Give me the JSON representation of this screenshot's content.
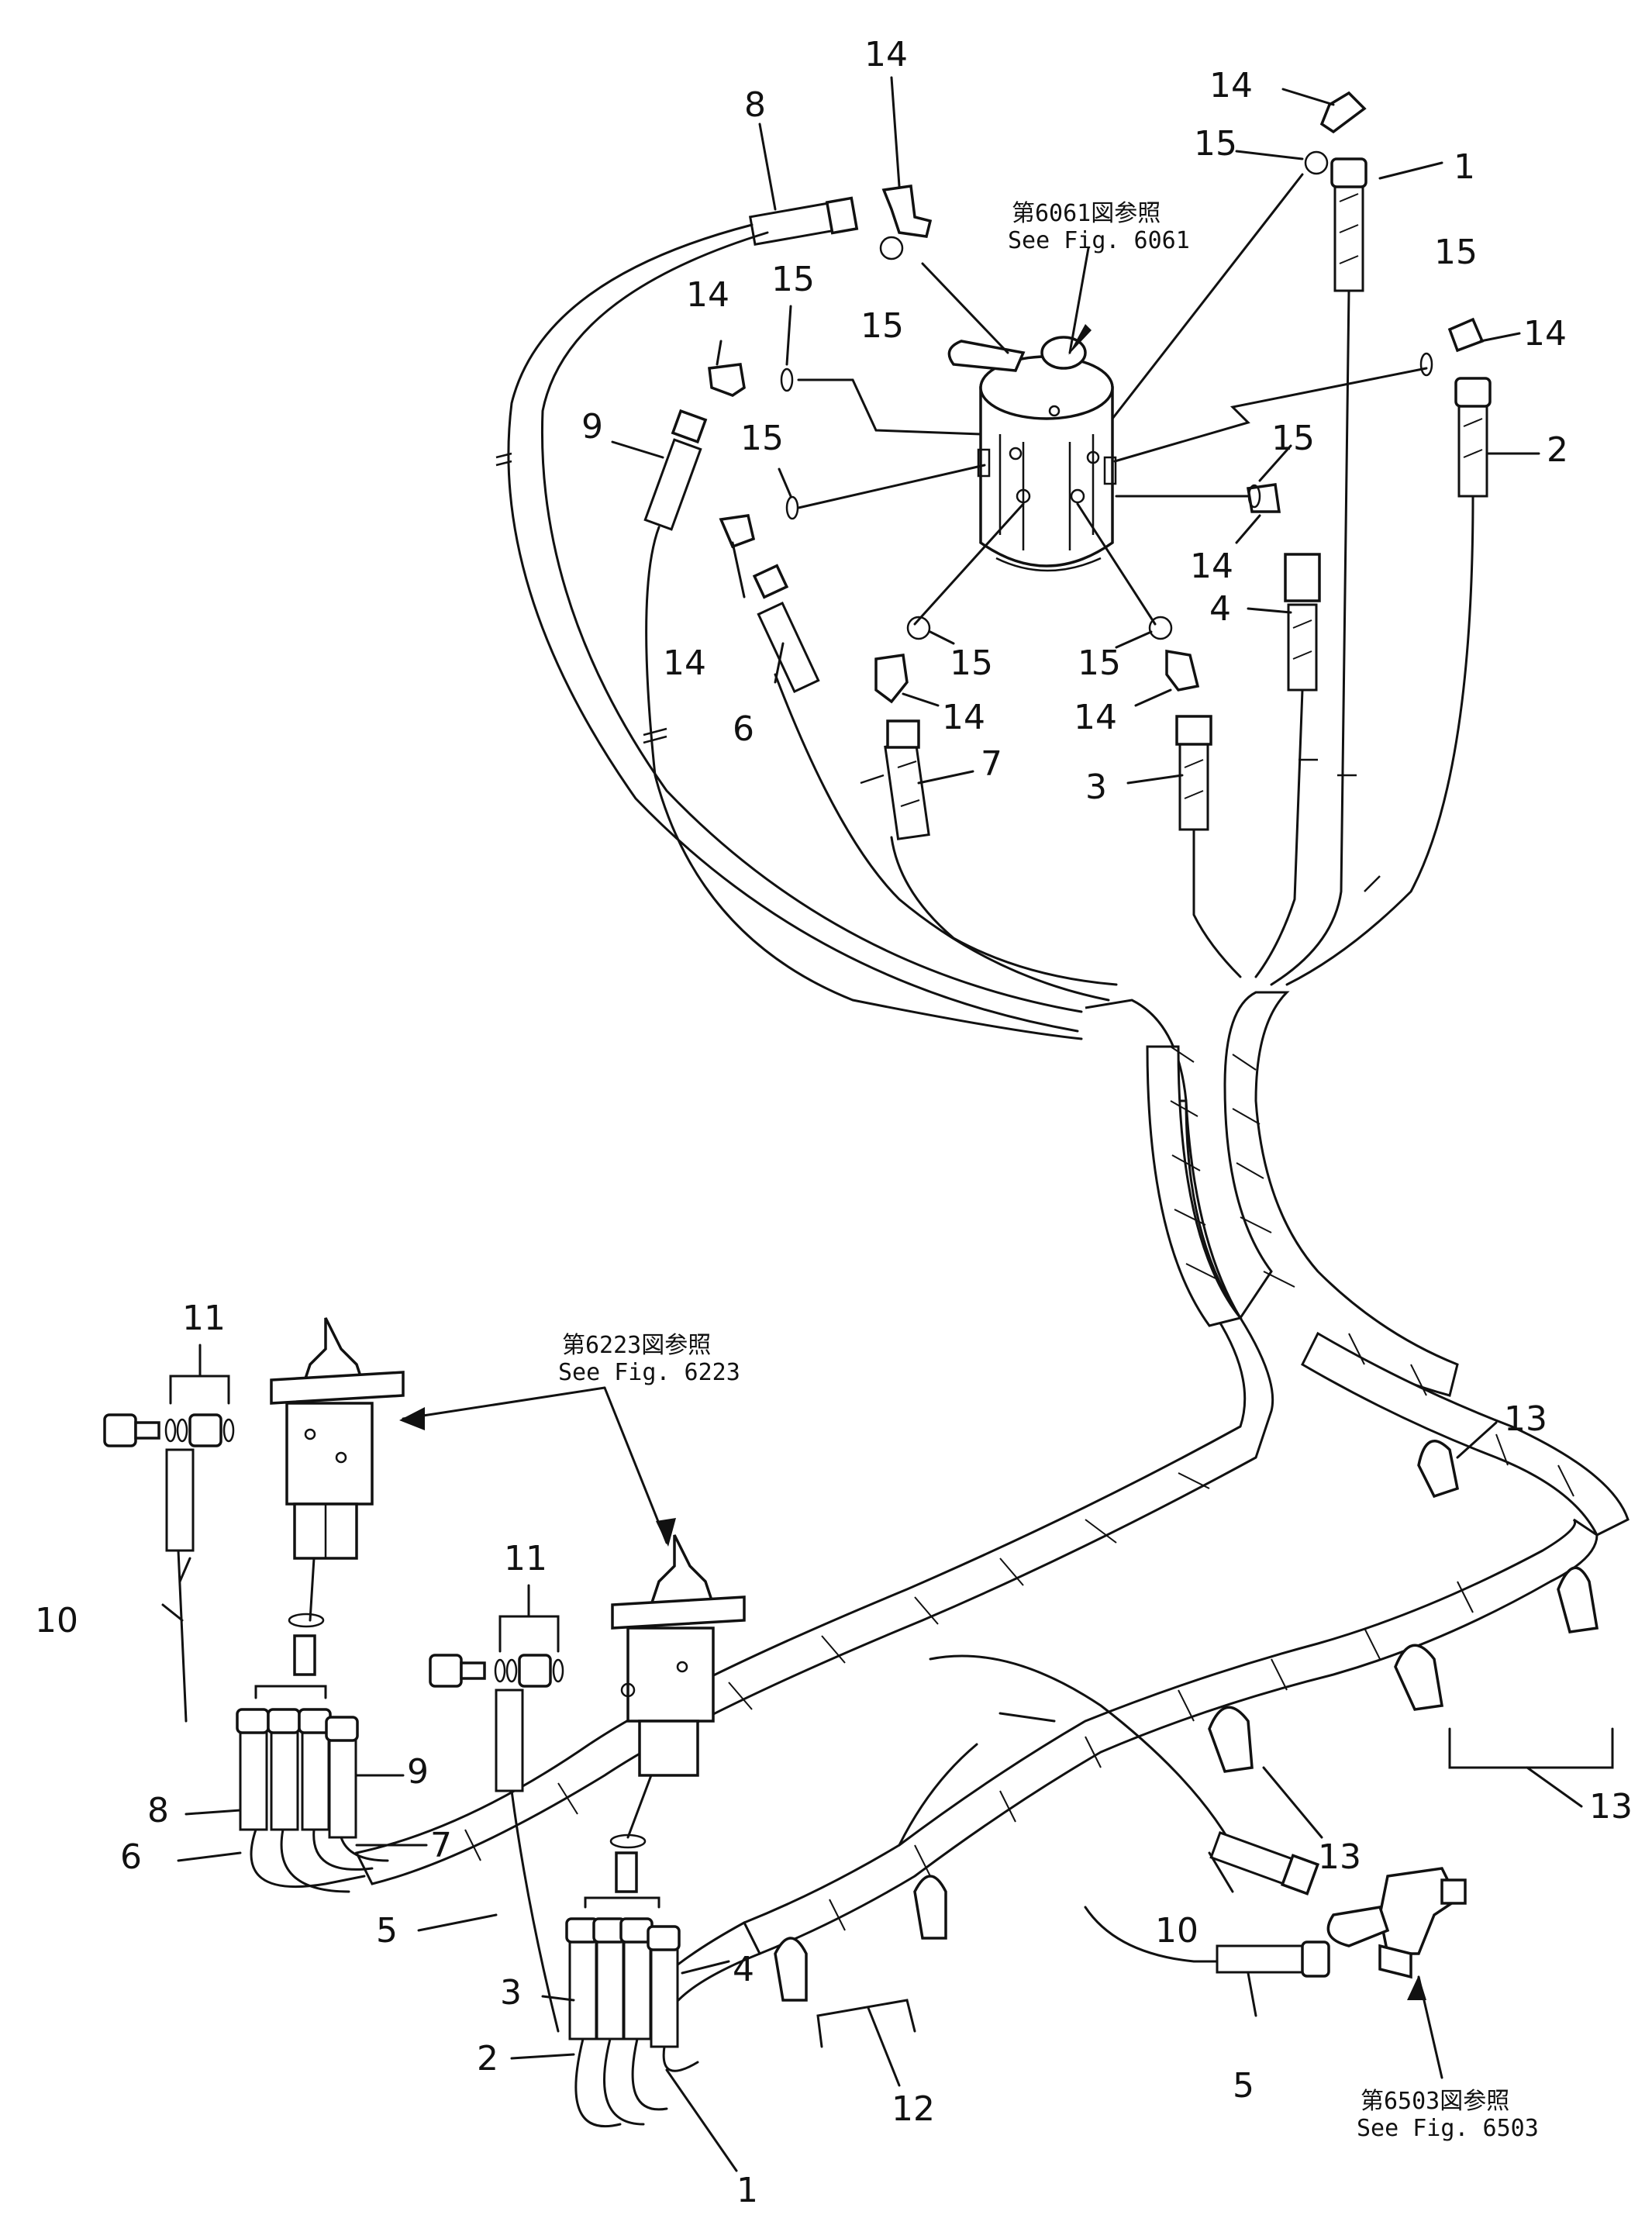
{
  "references": {
    "swivel_ja": "第6061図参照",
    "swivel_en": "See Fig. 6061",
    "valve_ja": "第6223図参照",
    "valve_en": "See Fig. 6223",
    "block_ja": "第6503図参照",
    "block_en": "See Fig. 6503"
  },
  "callouts": {
    "c1a": "1",
    "c2a": "2",
    "c3a": "3",
    "c4a": "4",
    "c6a": "6",
    "c7a": "7",
    "c8a": "8",
    "c9a": "9",
    "c14a": "14",
    "c14b": "14",
    "c14c": "14",
    "c14d": "14",
    "c14e": "14",
    "c14f": "14",
    "c14g": "14",
    "c14h": "14",
    "c15a": "15",
    "c15b": "15",
    "c15c": "15",
    "c15d": "15",
    "c15e": "15",
    "c15f": "15",
    "c15g": "15",
    "c15h": "15",
    "c11a": "11",
    "c11b": "11",
    "c10a": "10",
    "c10b": "10",
    "c8b": "8",
    "c9b": "9",
    "c6b": "6",
    "c7b": "7",
    "c5a": "5",
    "c5b": "5",
    "c3b": "3",
    "c4b": "4",
    "c2b": "2",
    "c1b": "1",
    "c12": "12",
    "c13a": "13",
    "c13b": "13",
    "c13c": "13"
  }
}
